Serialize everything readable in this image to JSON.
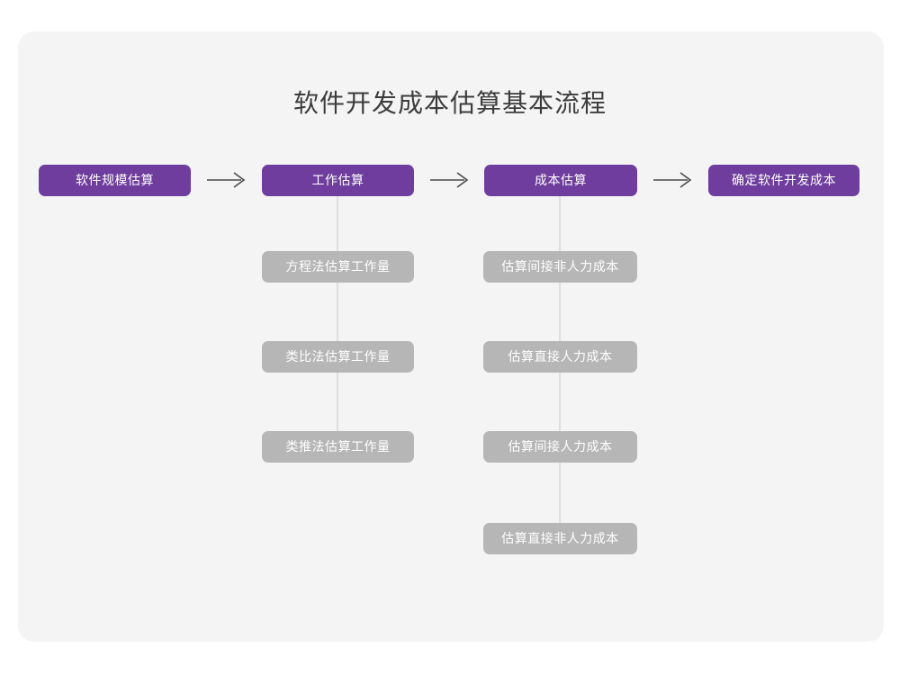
{
  "title": "软件开发成本估算基本流程",
  "colors": {
    "page_background": "#ffffff",
    "card_background": "#f4f4f5",
    "primary_node": "#6e3d9e",
    "secondary_node": "#b6b6b6",
    "connector": "#dedede",
    "arrow": "#4a4a4a",
    "title_text": "#3c3c3c",
    "node_text": "#ffffff"
  },
  "chart_data": {
    "type": "diagram",
    "title": "软件开发成本估算基本流程",
    "orientation": "left-to-right with vertical sub-branches",
    "main_flow": [
      {
        "id": "step1",
        "label": "软件规模估算"
      },
      {
        "id": "step2",
        "label": "工作估算"
      },
      {
        "id": "step3",
        "label": "成本估算"
      },
      {
        "id": "step4",
        "label": "确定软件开发成本"
      }
    ],
    "arrows": [
      {
        "from": "step1",
        "to": "step2",
        "glyph": "→"
      },
      {
        "from": "step2",
        "to": "step3",
        "glyph": "→"
      },
      {
        "from": "step3",
        "to": "step4",
        "glyph": "→"
      }
    ],
    "branches": [
      {
        "parent": "step2",
        "items": [
          "方程法估算工作量",
          "类比法估算工作量",
          "类推法估算工作量"
        ]
      },
      {
        "parent": "step3",
        "items": [
          "估算间接非人力成本",
          "估算直接人力成本",
          "估算间接人力成本",
          "估算直接非人力成本"
        ]
      }
    ]
  },
  "flow": {
    "step1": "软件规模估算",
    "step2": "工作估算",
    "step3": "成本估算",
    "step4": "确定软件开发成本"
  },
  "branch_effort": {
    "item1": "方程法估算工作量",
    "item2": "类比法估算工作量",
    "item3": "类推法估算工作量"
  },
  "branch_cost": {
    "item1": "估算间接非人力成本",
    "item2": "估算直接人力成本",
    "item3": "估算间接人力成本",
    "item4": "估算直接非人力成本"
  }
}
